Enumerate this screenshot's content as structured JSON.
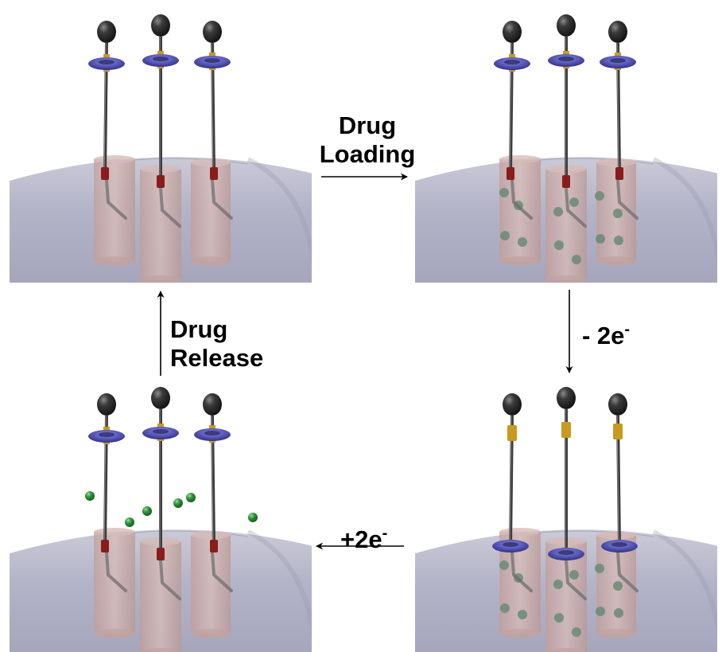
{
  "steps": {
    "loading": {
      "line1": "Drug",
      "line2": "Loading"
    },
    "release": {
      "line1": "Drug",
      "line2": "Release"
    },
    "oxidation": {
      "prefix": "- 2e",
      "sup": "-"
    },
    "reduction": {
      "prefix": "+2e",
      "sup": "-"
    }
  },
  "panels": [
    {
      "id": "top-left",
      "ring": "top",
      "cargo": false,
      "released": false
    },
    {
      "id": "top-right",
      "ring": "top",
      "cargo": true,
      "released": false
    },
    {
      "id": "bottom-right",
      "ring": "bottom",
      "cargo": true,
      "released": false
    },
    {
      "id": "bottom-left",
      "ring": "top",
      "cargo": false,
      "released": true
    }
  ],
  "colors": {
    "sphere": "#b3b3c6",
    "pore": "#cbaaa6",
    "ring": "#4f4fae",
    "stopper": "#2a2a2a",
    "station_red": "#8a1c1c",
    "station_gold": "#c89a1e",
    "cargo": "#6a8a76",
    "released_drug": "#2f8f3a",
    "arrow": "#000000"
  }
}
